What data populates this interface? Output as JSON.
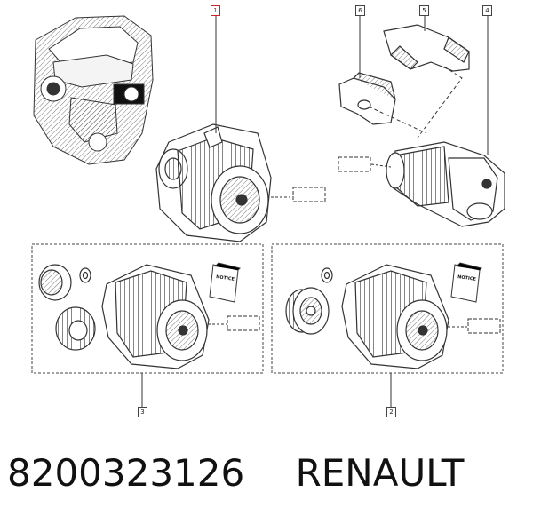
{
  "callouts": {
    "c1": "1",
    "c2": "2",
    "c3": "3",
    "c4": "4",
    "c5": "5",
    "c6": "6"
  },
  "notice_label": "NOTICE",
  "caption": {
    "part_number": "8200323126",
    "brand": "RENAULT"
  },
  "colors": {
    "line": "#333333",
    "highlight": "#d0202a"
  }
}
